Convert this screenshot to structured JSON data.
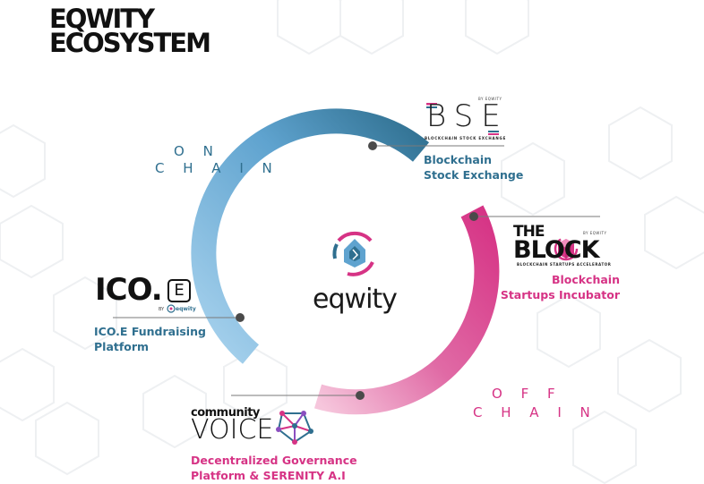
{
  "title": {
    "line1": "EQWITY",
    "line2": "ECOSYSTEM"
  },
  "center": {
    "wordmark": "eqwity",
    "icon": "eqwity-logo-icon"
  },
  "cycle_labels": {
    "on_line1": "O N",
    "on_line2": "C H A I N",
    "off_line1": "O F F",
    "off_line2": "C H A I N"
  },
  "nodes": {
    "bse": {
      "logo_text": "BSE",
      "logo_by": "BY EQWITY",
      "logo_sub": "BLOCKCHAIN STOCK EXCHANGE",
      "label_line1": "Blockchain",
      "label_line2": "Stock Exchange"
    },
    "the_block": {
      "logo_the": "THE",
      "logo_word": "BLOCK",
      "logo_by": "BY EQWITY",
      "logo_sub": "BLOCKCHAIN STARTUPS ACCELERATOR",
      "label_line1": "Blockchain",
      "label_line2": "Startups Incubator"
    },
    "ico_e": {
      "logo_text": "ICO.",
      "logo_box": "E",
      "logo_by": "BY",
      "logo_by_brand": "eqwity",
      "label_line1": "ICO.E Fundraising",
      "label_line2": "Platform"
    },
    "community_voice": {
      "logo_top": "community",
      "logo_bottom": "VOICE",
      "label_line1": "Decentralized Governance",
      "label_line2": "Platform & SERENITY A.I"
    }
  },
  "colors": {
    "blue_light": "#8ec3e6",
    "blue_dark": "#2f6f8f",
    "pink_light": "#f3b8d4",
    "pink_dark": "#d63385",
    "text_dark": "#111111"
  }
}
